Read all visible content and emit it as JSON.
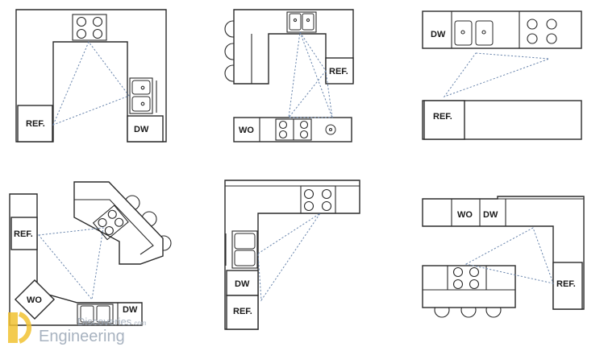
{
  "labels": {
    "ref": "REF.",
    "dw": "DW",
    "wo": "WO"
  },
  "watermark": {
    "line1": "Discoveries",
    "line1_suffix": ".com",
    "line2": "Engineering"
  },
  "colors": {
    "triangle": "#6a86ad",
    "outline": "#2a2a2a",
    "logo": "#f2c232"
  }
}
